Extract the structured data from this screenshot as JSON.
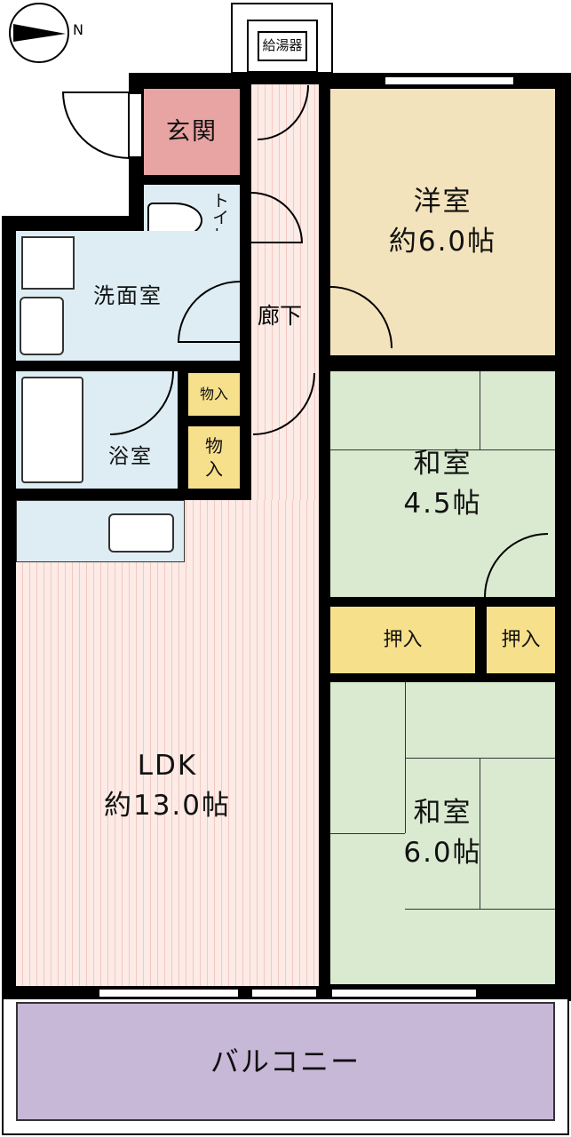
{
  "compass": {
    "north_label": "N"
  },
  "rooms": {
    "water_heater": "給湯器",
    "entrance": "玄関",
    "toilet": "トイレ",
    "corridor": "廊下",
    "western_room": {
      "name": "洋室",
      "size": "約6.0帖"
    },
    "washroom": "洗面室",
    "bathroom": "浴室",
    "storage_small_1": "物入",
    "storage_small_2": "物入",
    "ldk": {
      "name": "LDK",
      "size": "約13.0帖"
    },
    "japanese_room_1": {
      "name": "和室",
      "size": "4.5帖"
    },
    "closet_1": "押入",
    "closet_2": "押入",
    "japanese_room_2": {
      "name": "和室",
      "size": "6.0帖"
    },
    "balcony": "バルコニー"
  },
  "colors": {
    "entrance": "#e8a3a3",
    "wet": "#ddedf3",
    "western": "#f3e3bd",
    "japanese": "#d9ead0",
    "storage": "#f7e08c",
    "balcony": "#c8b8d8"
  }
}
